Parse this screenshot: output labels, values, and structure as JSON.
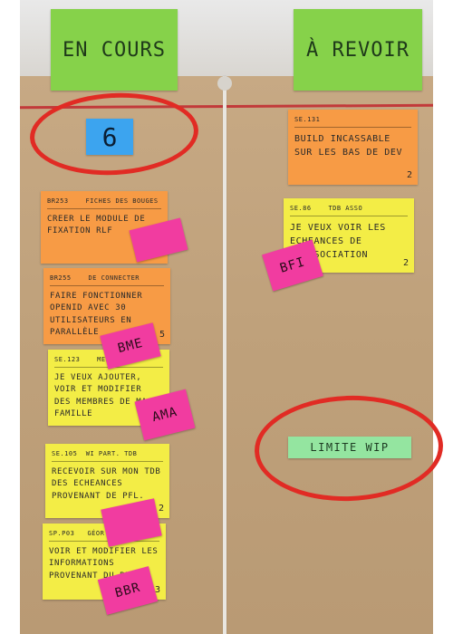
{
  "columns": {
    "left": {
      "title": "EN COURS"
    },
    "right": {
      "title": "À REVOIR"
    }
  },
  "wip_count": "6",
  "wip_limit_label": "LIMITE WIP",
  "left_cards": [
    {
      "id": "BR253",
      "title": "FICHES DES BOUGES",
      "body": "CREER LE MODULE DE FIXATION RLF",
      "corner": ""
    },
    {
      "id": "BR255",
      "title": "DE CONNECTER",
      "body": "FAIRE FONCTIONNER OPENID AVEC 30 UTILISATEURS EN PARALLÈLE",
      "corner": "5"
    },
    {
      "id": "SE.123",
      "title": "MES",
      "body": "JE VEUX AJOUTER, VOIR ET MODIFIER DES MEMBRES DE MA FAMILLE",
      "corner": ""
    },
    {
      "id": "SE.105",
      "title": "WI PART. TDB",
      "body": "RECEVOIR SUR MON TDB DES ECHEANCES PROVENANT DE PFL.",
      "corner": "2"
    },
    {
      "id": "SP.P03",
      "title": "GÉOR",
      "body": "VOIR ET MODIFIER LES INFORMATIONS PROVENANT DU RNA",
      "corner": "3"
    }
  ],
  "right_cards": [
    {
      "id": "SE.131",
      "title": "",
      "body": "BUILD INCASSABLE SUR LES BAS DE DEV",
      "corner": "2"
    },
    {
      "id": "SE.86",
      "title": "TDB ASSO",
      "body": "JE VEUX VOIR LES ECHEANCES DE L'ASSOCIATION",
      "corner": "2"
    }
  ],
  "owner_tags": [
    {
      "label": ""
    },
    {
      "label": "BFI"
    },
    {
      "label": "BME"
    },
    {
      "label": "AMA"
    },
    {
      "label": ""
    },
    {
      "label": "BBR"
    }
  ],
  "colors": {
    "board": "#c4a57f",
    "header_green": "#86d24a",
    "orange_note": "#f79b45",
    "yellow_note": "#f3ed46",
    "pink_tag": "#f13ca0",
    "blue_count": "#3ca4ef",
    "wip_green": "#94e5a0",
    "highlight_red": "#e12b24"
  }
}
